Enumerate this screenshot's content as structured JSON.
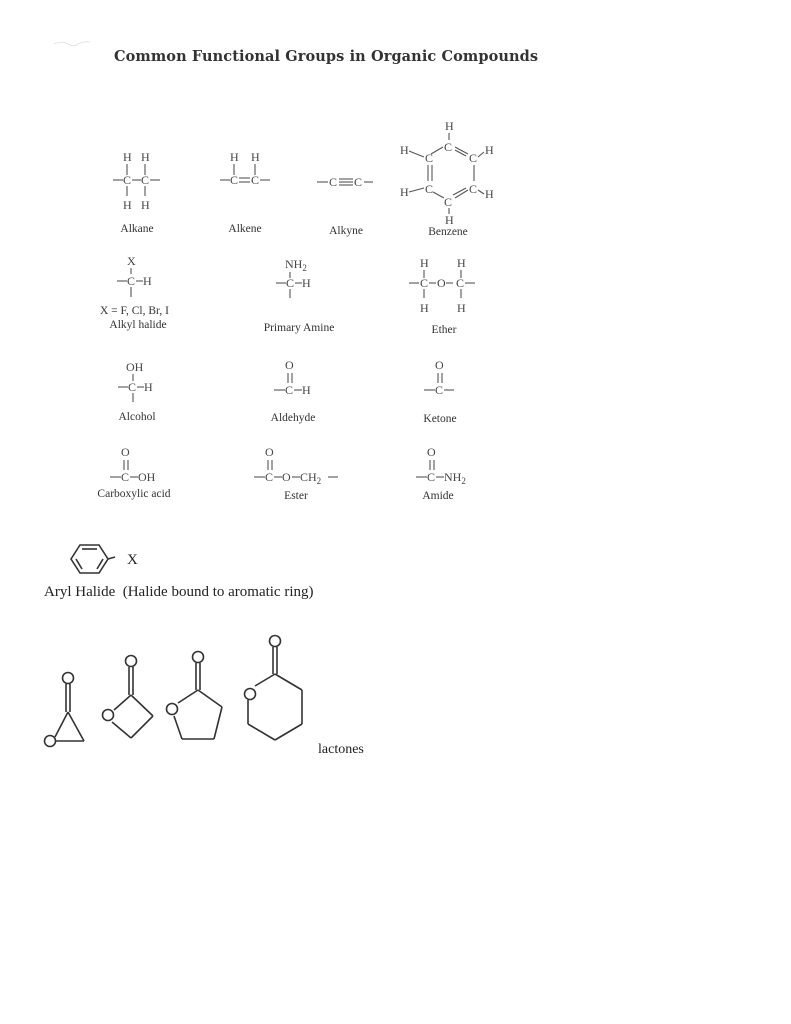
{
  "document": {
    "title": "Common Functional Groups in Organic Compounds"
  },
  "groups": [
    {
      "name": "Alkane",
      "formula_atoms": {
        "top": [
          "H",
          "H"
        ],
        "backbone": "—C—C—",
        "bottom": [
          "H",
          "H"
        ]
      }
    },
    {
      "name": "Alkene",
      "formula_atoms": {
        "top": [
          "H",
          "H"
        ],
        "backbone": "—C=C—"
      }
    },
    {
      "name": "Alkyne",
      "formula_atoms": {
        "backbone": "—C≡C—"
      }
    },
    {
      "name": "Benzene",
      "formula_atoms": {
        "carbons": [
          "C",
          "C",
          "C",
          "C",
          "C",
          "C"
        ],
        "hydrogens": [
          "H",
          "H",
          "H",
          "H",
          "H",
          "H"
        ]
      }
    },
    {
      "name": "Alkyl halide",
      "formula_atoms": {
        "top": "X",
        "carbon": "C",
        "right": "H"
      },
      "note": "X = F, Cl, Br, I"
    },
    {
      "name": "Primary Amine",
      "formula_atoms": {
        "top": "NH",
        "top_sub": "2",
        "carbon": "C",
        "right": "H"
      }
    },
    {
      "name": "Ether",
      "formula_atoms": {
        "top": [
          "H",
          "H"
        ],
        "backbone": [
          "C",
          "O",
          "C"
        ],
        "bottom": [
          "H",
          "H"
        ]
      }
    },
    {
      "name": "Alcohol",
      "formula_atoms": {
        "top": "OH",
        "carbon": "C",
        "right": "H"
      }
    },
    {
      "name": "Aldehyde",
      "formula_atoms": {
        "top": "O",
        "carbon": "C",
        "right": "H"
      }
    },
    {
      "name": "Ketone",
      "formula_atoms": {
        "top": "O",
        "carbon": "C"
      }
    },
    {
      "name": "Carboxylic acid",
      "formula_atoms": {
        "top": "O",
        "carbon": "C",
        "right": "OH"
      }
    },
    {
      "name": "Ester",
      "formula_atoms": {
        "top": "O",
        "carbon": "C",
        "link": "O",
        "right": "CH",
        "right_sub": "2"
      }
    },
    {
      "name": "Amide",
      "formula_atoms": {
        "top": "O",
        "carbon": "C",
        "right": "NH",
        "right_sub": "2"
      }
    }
  ],
  "aryl_halide": {
    "substituent": "X",
    "caption": "Aryl Halide  (Halide bound to aromatic ring)"
  },
  "lactones": {
    "label": "lactones",
    "ring_sizes": [
      3,
      4,
      5,
      6
    ],
    "atoms": {
      "carbonyl_oxygen": "O",
      "ring_oxygen": "O"
    }
  }
}
